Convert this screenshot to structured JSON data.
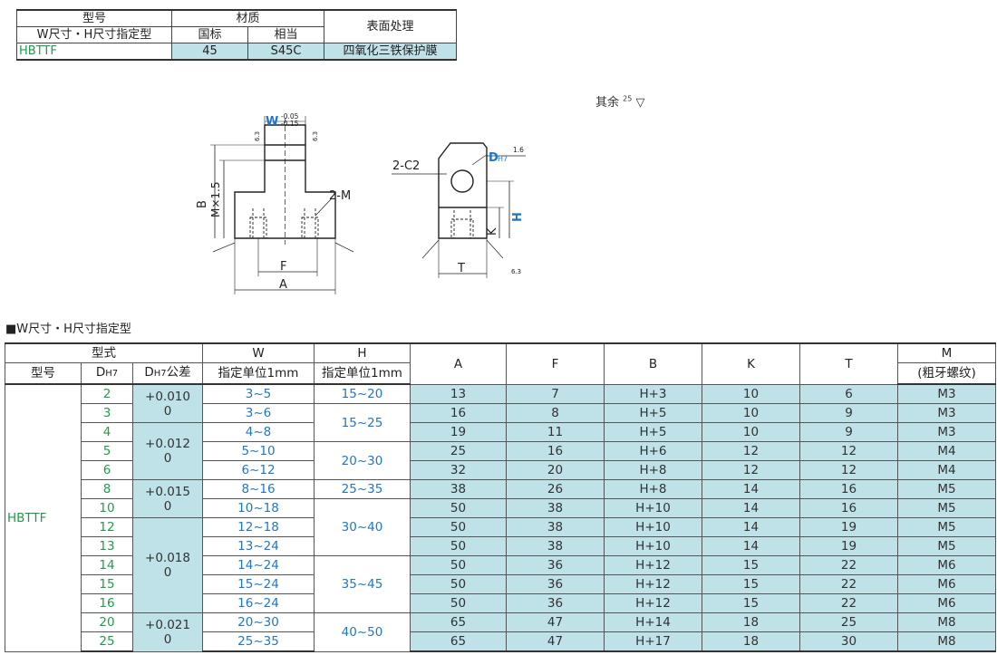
{
  "material_table": {
    "model_label": "型号",
    "material_label": "材质",
    "surface_label": "表面处理",
    "type_label": "W尺寸・H尺寸指定型",
    "gb_label": "国标",
    "equiv_label": "相当",
    "model": "HBTTF",
    "gb_value": "45",
    "equiv_value": "S45C",
    "surface_value": "四氧化三铁保护膜"
  },
  "roughness_note": {
    "text": "其余",
    "value": "25"
  },
  "drawing": {
    "w_label": "W",
    "w_tol_upper": "-0.05",
    "w_tol_lower": "-0.15",
    "rough_63": "6.3",
    "b_label": "B",
    "m_label": "M×1.5",
    "two_m": "2-M",
    "f_label": "F",
    "a_label": "A",
    "chamfer": "2-C2",
    "d_label": "D",
    "d_sub": "H7",
    "rough_16": "1.6",
    "h_label": "H",
    "k_label": "K",
    "t_label": "T"
  },
  "section_title": "■W尺寸・H尺寸指定型",
  "spec_table": {
    "headers": {
      "style": "型式",
      "model": "型号",
      "d": "D",
      "d_sub": "H7",
      "dtol": "公差",
      "w": "W",
      "w_sub": "指定单位1mm",
      "h": "H",
      "h_sub": "指定单位1mm",
      "a": "A",
      "f": "F",
      "b": "B",
      "k": "K",
      "t": "T",
      "m": "M",
      "m_sub": "(粗牙螺纹)"
    },
    "model": "HBTTF",
    "rows": [
      {
        "d": "2",
        "w": "3~5",
        "a": "13",
        "f": "7",
        "b": "H+3",
        "k": "10",
        "t": "6",
        "m": "M3"
      },
      {
        "d": "3",
        "w": "3~6",
        "a": "16",
        "f": "8",
        "b": "H+5",
        "k": "10",
        "t": "9",
        "m": "M3"
      },
      {
        "d": "4",
        "w": "4~8",
        "a": "19",
        "f": "11",
        "b": "H+5",
        "k": "10",
        "t": "9",
        "m": "M3"
      },
      {
        "d": "5",
        "w": "5~10",
        "a": "25",
        "f": "16",
        "b": "H+6",
        "k": "12",
        "t": "12",
        "m": "M4"
      },
      {
        "d": "6",
        "w": "6~12",
        "a": "32",
        "f": "20",
        "b": "H+8",
        "k": "12",
        "t": "12",
        "m": "M4"
      },
      {
        "d": "8",
        "w": "8~16",
        "a": "38",
        "f": "26",
        "b": "H+8",
        "k": "14",
        "t": "16",
        "m": "M5"
      },
      {
        "d": "10",
        "w": "10~18",
        "a": "50",
        "f": "38",
        "b": "H+10",
        "k": "14",
        "t": "16",
        "m": "M5"
      },
      {
        "d": "12",
        "w": "12~18",
        "a": "50",
        "f": "38",
        "b": "H+10",
        "k": "14",
        "t": "19",
        "m": "M5"
      },
      {
        "d": "13",
        "w": "13~24",
        "a": "50",
        "f": "38",
        "b": "H+10",
        "k": "14",
        "t": "19",
        "m": "M5"
      },
      {
        "d": "14",
        "w": "14~24",
        "a": "50",
        "f": "36",
        "b": "H+12",
        "k": "15",
        "t": "22",
        "m": "M6"
      },
      {
        "d": "15",
        "w": "15~24",
        "a": "50",
        "f": "36",
        "b": "H+12",
        "k": "15",
        "t": "22",
        "m": "M6"
      },
      {
        "d": "16",
        "w": "16~24",
        "a": "50",
        "f": "36",
        "b": "H+12",
        "k": "15",
        "t": "22",
        "m": "M6"
      },
      {
        "d": "20",
        "w": "20~30",
        "a": "65",
        "f": "47",
        "b": "H+14",
        "k": "18",
        "t": "25",
        "m": "M8"
      },
      {
        "d": "25",
        "w": "25~35",
        "a": "65",
        "f": "47",
        "b": "H+17",
        "k": "18",
        "t": "30",
        "m": "M8"
      }
    ],
    "dtol_groups": [
      {
        "upper": "+0.010",
        "lower": "0"
      },
      {
        "upper": "+0.012",
        "lower": "0"
      },
      {
        "upper": "+0.015",
        "lower": "0"
      },
      {
        "upper": "+0.018",
        "lower": "0"
      },
      {
        "upper": "+0.021",
        "lower": "0"
      }
    ],
    "h_groups": [
      "15~20",
      "15~25",
      "20~30",
      "25~35",
      "30~40",
      "35~45",
      "40~50"
    ]
  }
}
